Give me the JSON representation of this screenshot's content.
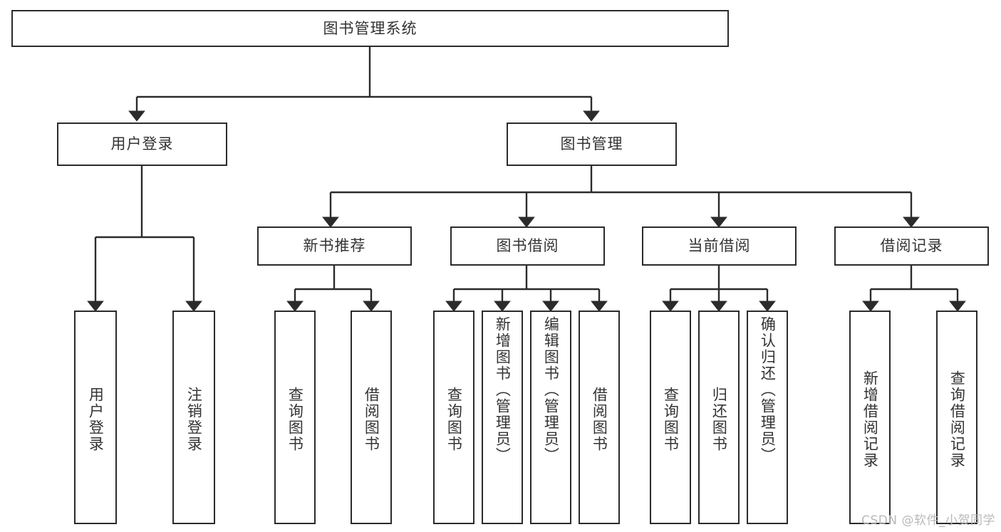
{
  "diagram": {
    "title": "图书管理系统",
    "type": "tree-hierarchy",
    "watermark": "CSDN @软件_小贺同学",
    "colors": {
      "border": "#2b2b2b",
      "text": "#333333",
      "background": "#ffffff",
      "watermark": "#b9b9b9"
    },
    "root": {
      "label": "图书管理系统"
    },
    "level2": [
      {
        "label": "用户登录"
      },
      {
        "label": "图书管理"
      }
    ],
    "level3": [
      {
        "label": "新书推荐"
      },
      {
        "label": "图书借阅"
      },
      {
        "label": "当前借阅"
      },
      {
        "label": "借阅记录"
      }
    ],
    "leaves": {
      "user_login": [
        {
          "label": "用户登录"
        },
        {
          "label": "注销登录"
        }
      ],
      "new_book_recommend": [
        {
          "label": "查询图书"
        },
        {
          "label": "借阅图书"
        }
      ],
      "book_borrow": [
        {
          "label": "查询图书"
        },
        {
          "label": "新增图书（管理员）"
        },
        {
          "label": "编辑图书（管理员）"
        },
        {
          "label": "借阅图书"
        }
      ],
      "current_borrow": [
        {
          "label": "查询图书"
        },
        {
          "label": "归还图书"
        },
        {
          "label": "确认归还（管理员）"
        }
      ],
      "borrow_record": [
        {
          "label": "新增借阅记录"
        },
        {
          "label": "查询借阅记录"
        }
      ]
    }
  }
}
